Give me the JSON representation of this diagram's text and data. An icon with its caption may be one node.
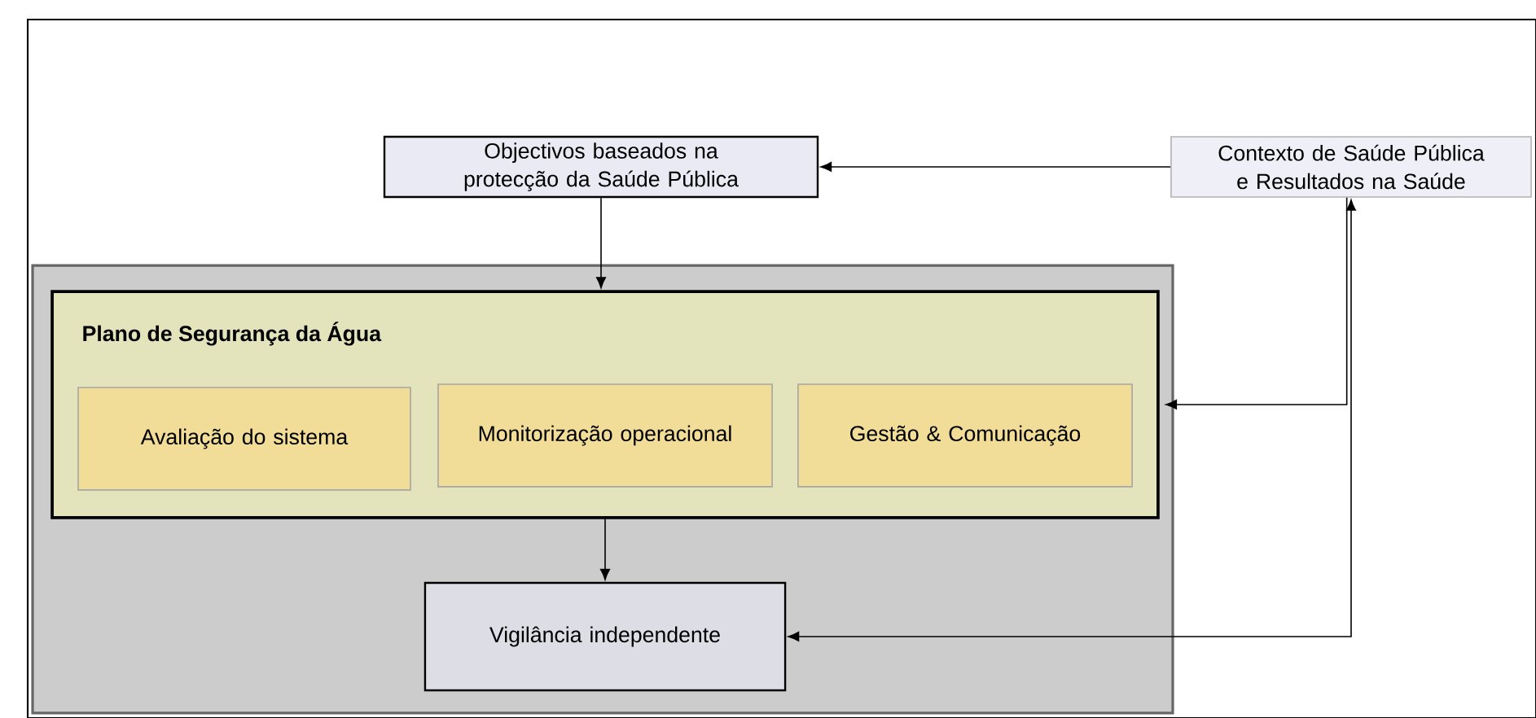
{
  "diagram": {
    "nodes": [
      {
        "text": [
          "Objectivos baseados na protecção da Saúde Pública"
        ]
      },
      {
        "text": [
          "Contexto de Saúde Pública e Resultados na Saúde"
        ]
      },
      {
        "text": [],
        "shape": "box"
      },
      {
        "text": [
          "Plano de Segurança da Água"
        ],
        "in": 2
      },
      {
        "text": [
          "Avaliação do sistema"
        ],
        "in": 3
      },
      {
        "text": [
          "Monitorização operacional"
        ],
        "in": 3
      },
      {
        "text": [
          "Gestão & Comunicação"
        ],
        "in": 3
      },
      {
        "text": [
          "Vigilância independente"
        ],
        "in": 2
      }
    ],
    "edges": [
      {
        "from": 1,
        "to": 0,
        "arrow": "to"
      },
      {
        "from": 0,
        "to": 3,
        "arrow": "to"
      },
      {
        "from": 3,
        "to": 7,
        "arrow": "to"
      },
      {
        "from": 1,
        "to": 7,
        "arrow": "both"
      },
      {
        "from": 1,
        "to": 3,
        "arrow": "to"
      }
    ]
  }
}
